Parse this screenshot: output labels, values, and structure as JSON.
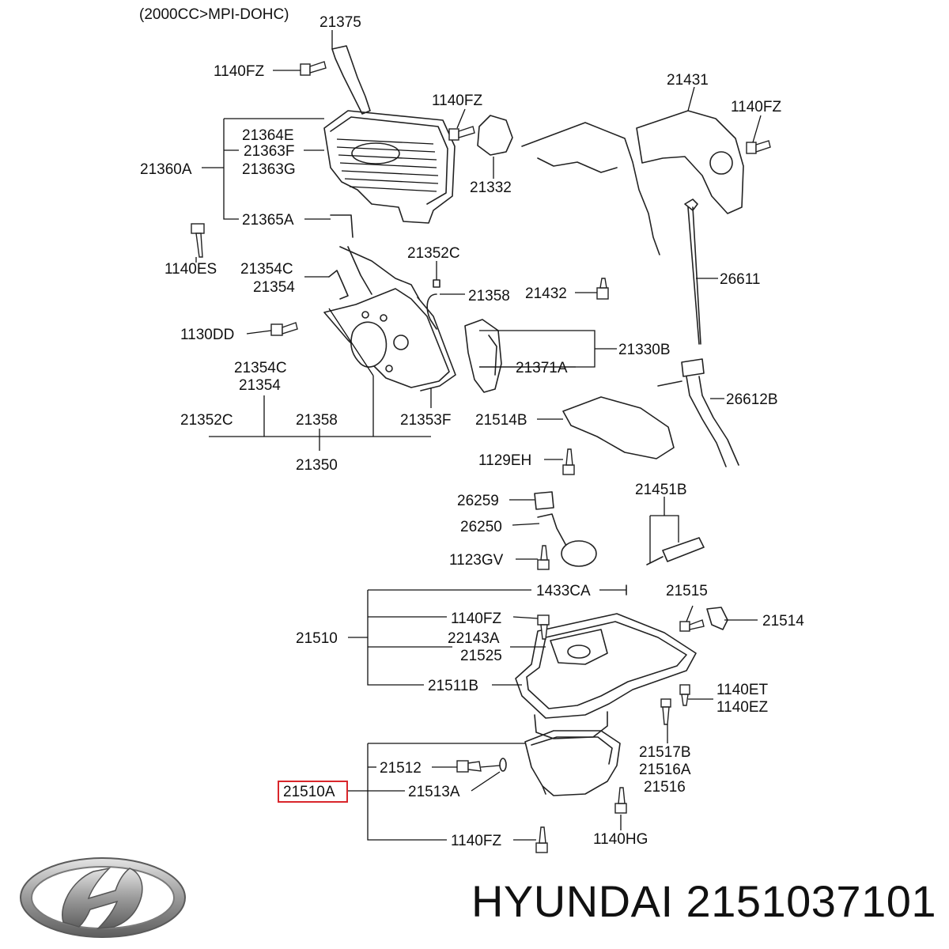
{
  "header": {
    "variant": "(2000CC>MPI-DOHC)"
  },
  "labels": {
    "l21375": "21375",
    "l1140FZ_a": "1140FZ",
    "l21431": "21431",
    "l1140FZ_b": "1140FZ",
    "l1140FZ_c": "1140FZ",
    "l21364E": "21364E",
    "l21363F": "21363F",
    "l21363G": "21363G",
    "l21360A": "21360A",
    "l21332": "21332",
    "l21365A": "21365A",
    "l1140ES": "1140ES",
    "l21352C_a": "21352C",
    "l21354C_a": "21354C",
    "l21354_a": "21354",
    "l21358_a": "21358",
    "l21432": "21432",
    "l26611": "26611",
    "l1130DD": "1130DD",
    "l21330B": "21330B",
    "l21371A": "21371A",
    "l21354C_b": "21354C",
    "l21354_b": "21354",
    "l26612B": "26612B",
    "l21352C_b": "21352C",
    "l21358_b": "21358",
    "l21353F": "21353F",
    "l21514B": "21514B",
    "l21350": "21350",
    "l1129EH": "1129EH",
    "l26259": "26259",
    "l21451B": "21451B",
    "l26250": "26250",
    "l1123GV": "1123GV",
    "l1433CA": "1433CA",
    "l21515": "21515",
    "l1140FZ_d": "1140FZ",
    "l21514": "21514",
    "l21510": "21510",
    "l22143A": "22143A",
    "l21525": "21525",
    "l21511B": "21511B",
    "l1140ET": "1140ET",
    "l1140EZ": "1140EZ",
    "l21517B": "21517B",
    "l21512": "21512",
    "l21516A": "21516A",
    "l21510A": "21510A",
    "l21513A": "21513A",
    "l21516": "21516",
    "l1140FZ_e": "1140FZ",
    "l1140HG": "1140HG"
  },
  "highlight": {
    "part": "21510A",
    "color": "#d9262b"
  },
  "footer": {
    "brand_icon": "hyundai-logo-icon",
    "caption": "HYUNDAI 2151037101"
  }
}
